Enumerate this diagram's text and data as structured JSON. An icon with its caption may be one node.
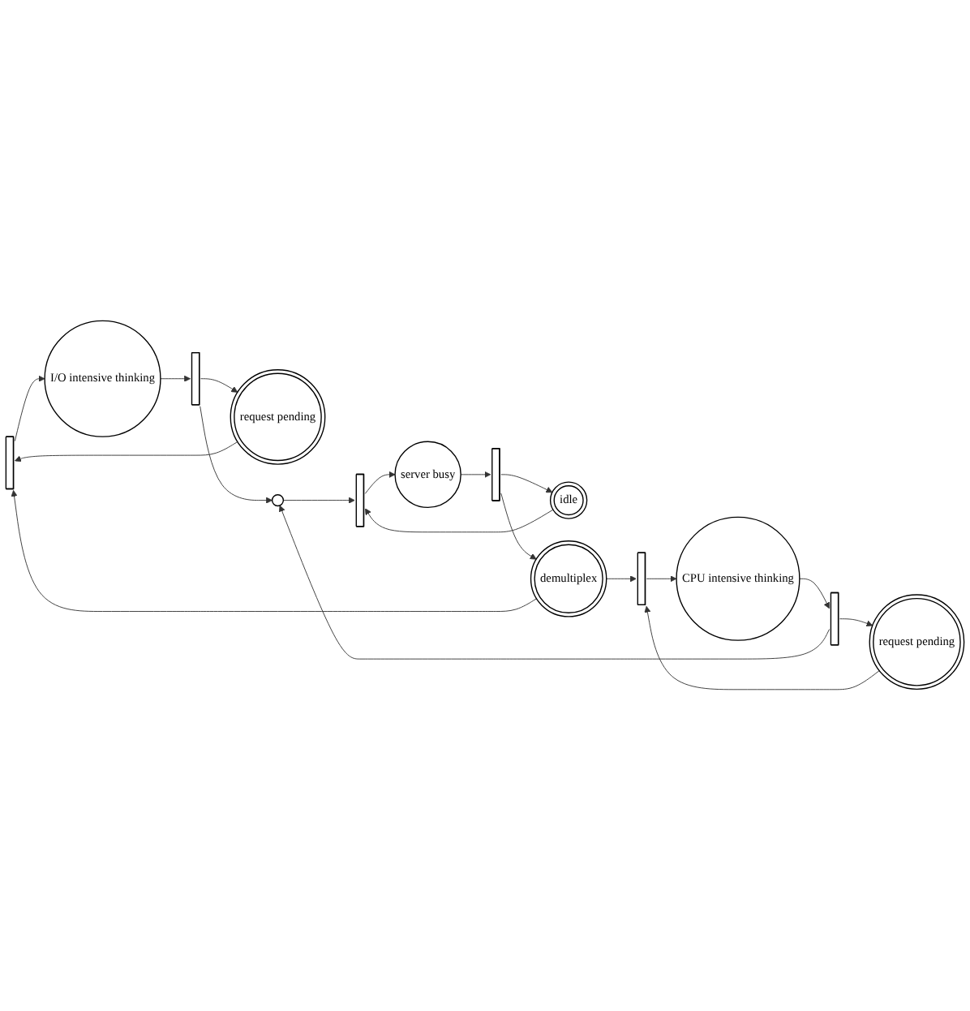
{
  "diagram": {
    "nodes": [
      {
        "text": [],
        "shape": "bar"
      },
      {
        "text": [
          "I/O intensive thinking"
        ]
      },
      {
        "text": [],
        "shape": "bar"
      },
      {
        "text": [
          "request pending"
        ]
      },
      {
        "text": [],
        "shape": "circle"
      },
      {
        "text": [],
        "shape": "bar"
      },
      {
        "text": [
          "server busy"
        ]
      },
      {
        "text": [],
        "shape": "bar"
      },
      {
        "text": [
          "idle"
        ]
      },
      {
        "text": [
          "demultiplex"
        ]
      },
      {
        "text": [],
        "shape": "bar"
      },
      {
        "text": [
          "CPU intensive thinking"
        ]
      },
      {
        "text": [],
        "shape": "bar"
      },
      {
        "text": [
          "request pending"
        ]
      }
    ],
    "edges": [
      {
        "from": 0,
        "to": 1,
        "arrow": "to"
      },
      {
        "from": 1,
        "to": 2,
        "arrow": "to"
      },
      {
        "from": 2,
        "to": 3,
        "arrow": "to"
      },
      {
        "from": 3,
        "to": 0,
        "arrow": "to"
      },
      {
        "from": 2,
        "to": 4,
        "arrow": "to"
      },
      {
        "from": 4,
        "to": 5,
        "arrow": "to"
      },
      {
        "from": 5,
        "to": 6,
        "arrow": "to"
      },
      {
        "from": 6,
        "to": 7,
        "arrow": "to"
      },
      {
        "from": 7,
        "to": 8,
        "arrow": "to"
      },
      {
        "from": 8,
        "to": 5,
        "arrow": "to"
      },
      {
        "from": 7,
        "to": 9,
        "arrow": "to"
      },
      {
        "from": 9,
        "to": 0,
        "arrow": "to"
      },
      {
        "from": 9,
        "to": 10,
        "arrow": "to"
      },
      {
        "from": 10,
        "to": 11,
        "arrow": "to"
      },
      {
        "from": 11,
        "to": 12,
        "arrow": "to"
      },
      {
        "from": 12,
        "to": 13,
        "arrow": "to"
      },
      {
        "from": 13,
        "to": 10,
        "arrow": "to"
      },
      {
        "from": 12,
        "to": 4,
        "arrow": "to"
      }
    ]
  }
}
